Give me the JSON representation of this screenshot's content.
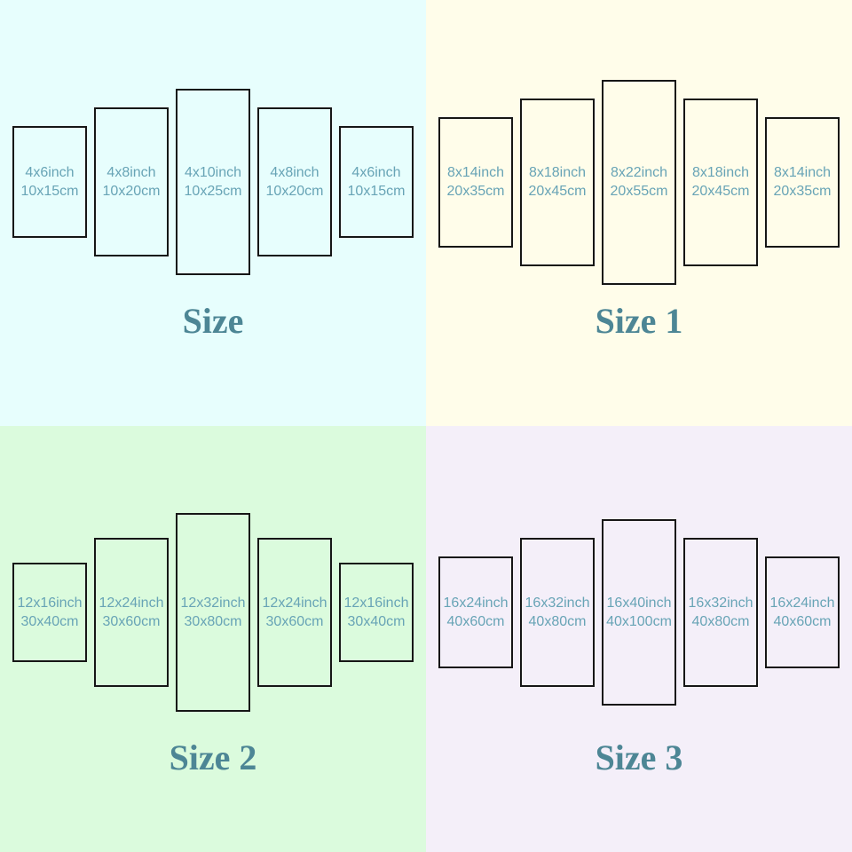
{
  "colors": {
    "panel_border": "#161616",
    "label_text": "#68a4b6",
    "title_text": "#4d8695"
  },
  "quadrants": [
    {
      "title": "Size",
      "bg": "#e7fefd",
      "panels": [
        {
          "line1": "4x6inch",
          "line2": "10x15cm",
          "w": 4,
          "h": 6
        },
        {
          "line1": "4x8inch",
          "line2": "10x20cm",
          "w": 4,
          "h": 8
        },
        {
          "line1": "4x10inch",
          "line2": "10x25cm",
          "w": 4,
          "h": 10
        },
        {
          "line1": "4x8inch",
          "line2": "10x20cm",
          "w": 4,
          "h": 8
        },
        {
          "line1": "4x6inch",
          "line2": "10x15cm",
          "w": 4,
          "h": 6
        }
      ]
    },
    {
      "title": "Size 1",
      "bg": "#fffdea",
      "panels": [
        {
          "line1": "8x14inch",
          "line2": "20x35cm",
          "w": 8,
          "h": 14
        },
        {
          "line1": "8x18inch",
          "line2": "20x45cm",
          "w": 8,
          "h": 18
        },
        {
          "line1": "8x22inch",
          "line2": "20x55cm",
          "w": 8,
          "h": 22
        },
        {
          "line1": "8x18inch",
          "line2": "20x45cm",
          "w": 8,
          "h": 18
        },
        {
          "line1": "8x14inch",
          "line2": "20x35cm",
          "w": 8,
          "h": 14
        }
      ]
    },
    {
      "title": "Size 2",
      "bg": "#dbfbdd",
      "panels": [
        {
          "line1": "12x16inch",
          "line2": "30x40cm",
          "w": 12,
          "h": 16
        },
        {
          "line1": "12x24inch",
          "line2": "30x60cm",
          "w": 12,
          "h": 24
        },
        {
          "line1": "12x32inch",
          "line2": "30x80cm",
          "w": 12,
          "h": 32
        },
        {
          "line1": "12x24inch",
          "line2": "30x60cm",
          "w": 12,
          "h": 24
        },
        {
          "line1": "12x16inch",
          "line2": "30x40cm",
          "w": 12,
          "h": 16
        }
      ]
    },
    {
      "title": "Size 3",
      "bg": "#f4eff9",
      "panels": [
        {
          "line1": "16x24inch",
          "line2": "40x60cm",
          "w": 16,
          "h": 24
        },
        {
          "line1": "16x32inch",
          "line2": "40x80cm",
          "w": 16,
          "h": 32
        },
        {
          "line1": "16x40inch",
          "line2": "40x100cm",
          "w": 16,
          "h": 40
        },
        {
          "line1": "16x32inch",
          "line2": "40x80cm",
          "w": 16,
          "h": 32
        },
        {
          "line1": "16x24inch",
          "line2": "40x60cm",
          "w": 16,
          "h": 24
        }
      ]
    }
  ]
}
